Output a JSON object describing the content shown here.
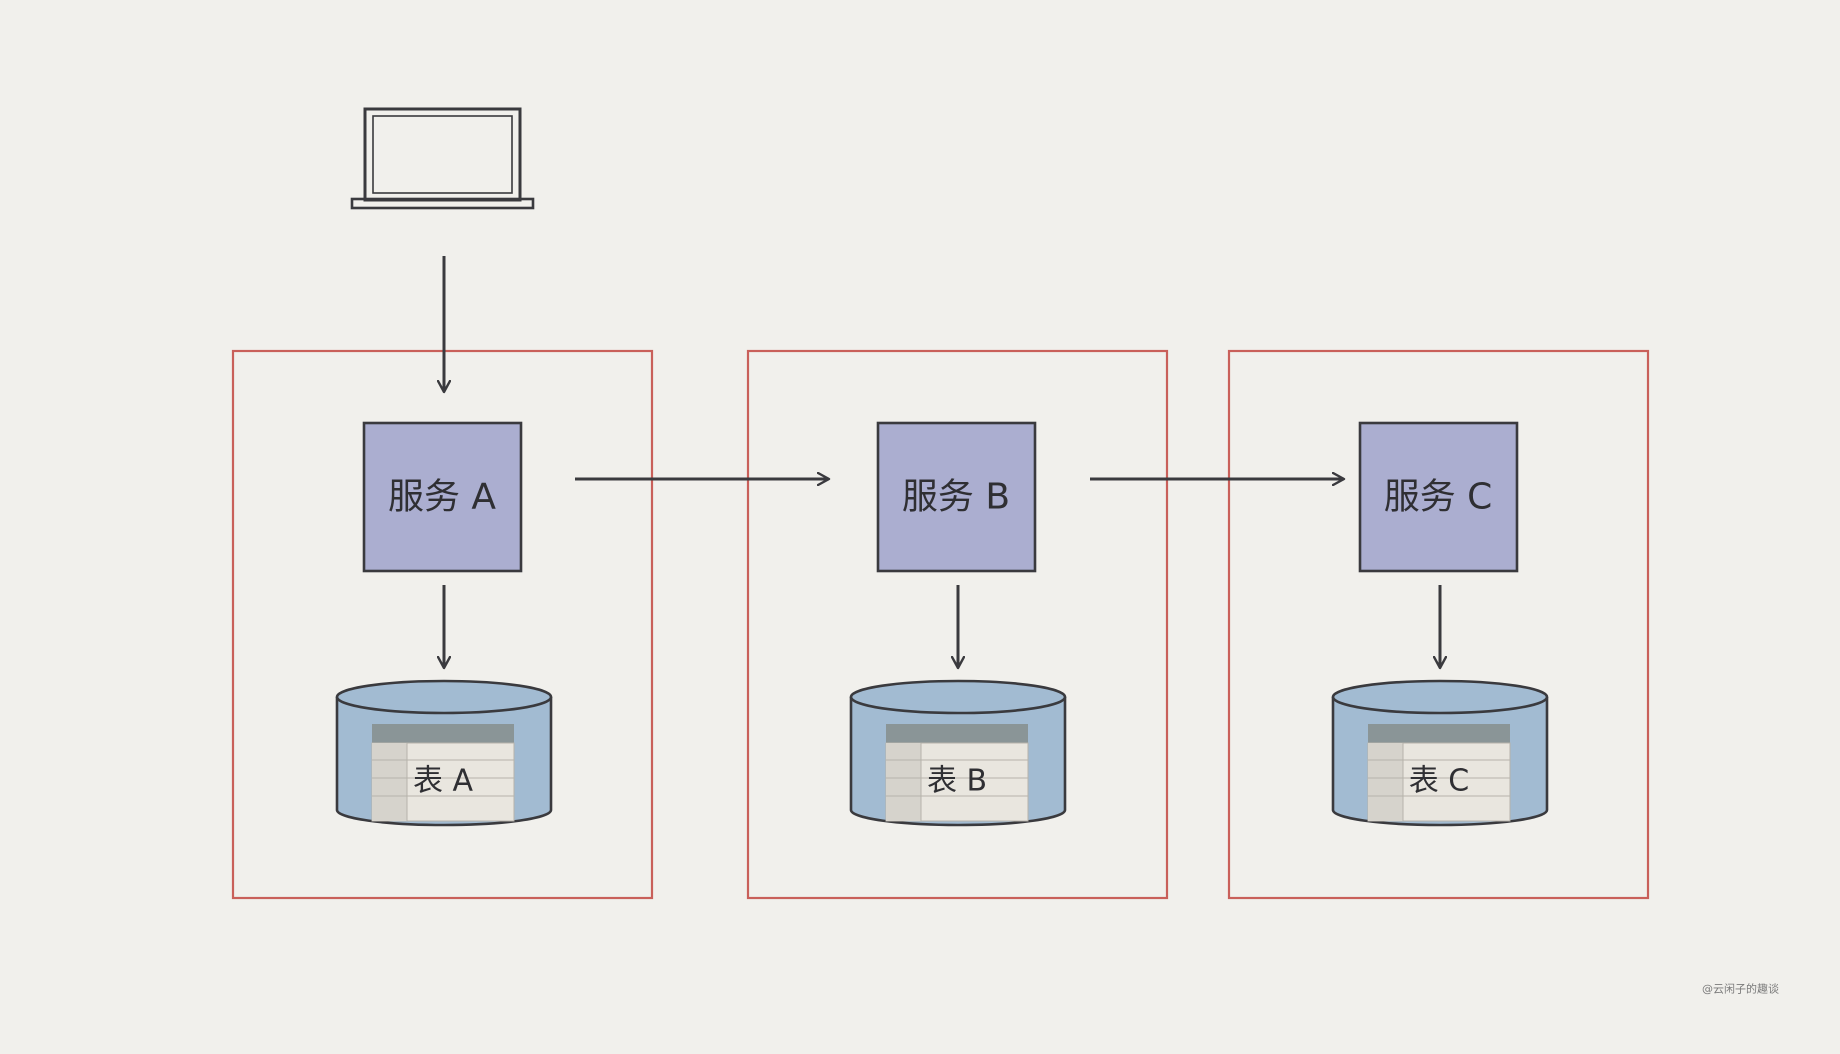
{
  "services": [
    {
      "label": "服务 A"
    },
    {
      "label": "服务 B"
    },
    {
      "label": "服务 C"
    }
  ],
  "tables": [
    {
      "label": "表 A"
    },
    {
      "label": "表 B"
    },
    {
      "label": "表 C"
    }
  ],
  "credit": "@云闲子的趣谈",
  "colors": {
    "background": "#f1f0ec",
    "boundary": "#c9605a",
    "service_fill": "#abaed0",
    "database_fill": "#a2bbd2",
    "table_header": "#8a9597",
    "table_body": "#e9e6df",
    "stroke": "#3a3a3e"
  },
  "icons": [
    "laptop-icon",
    "database-icon",
    "arrow-icon"
  ]
}
